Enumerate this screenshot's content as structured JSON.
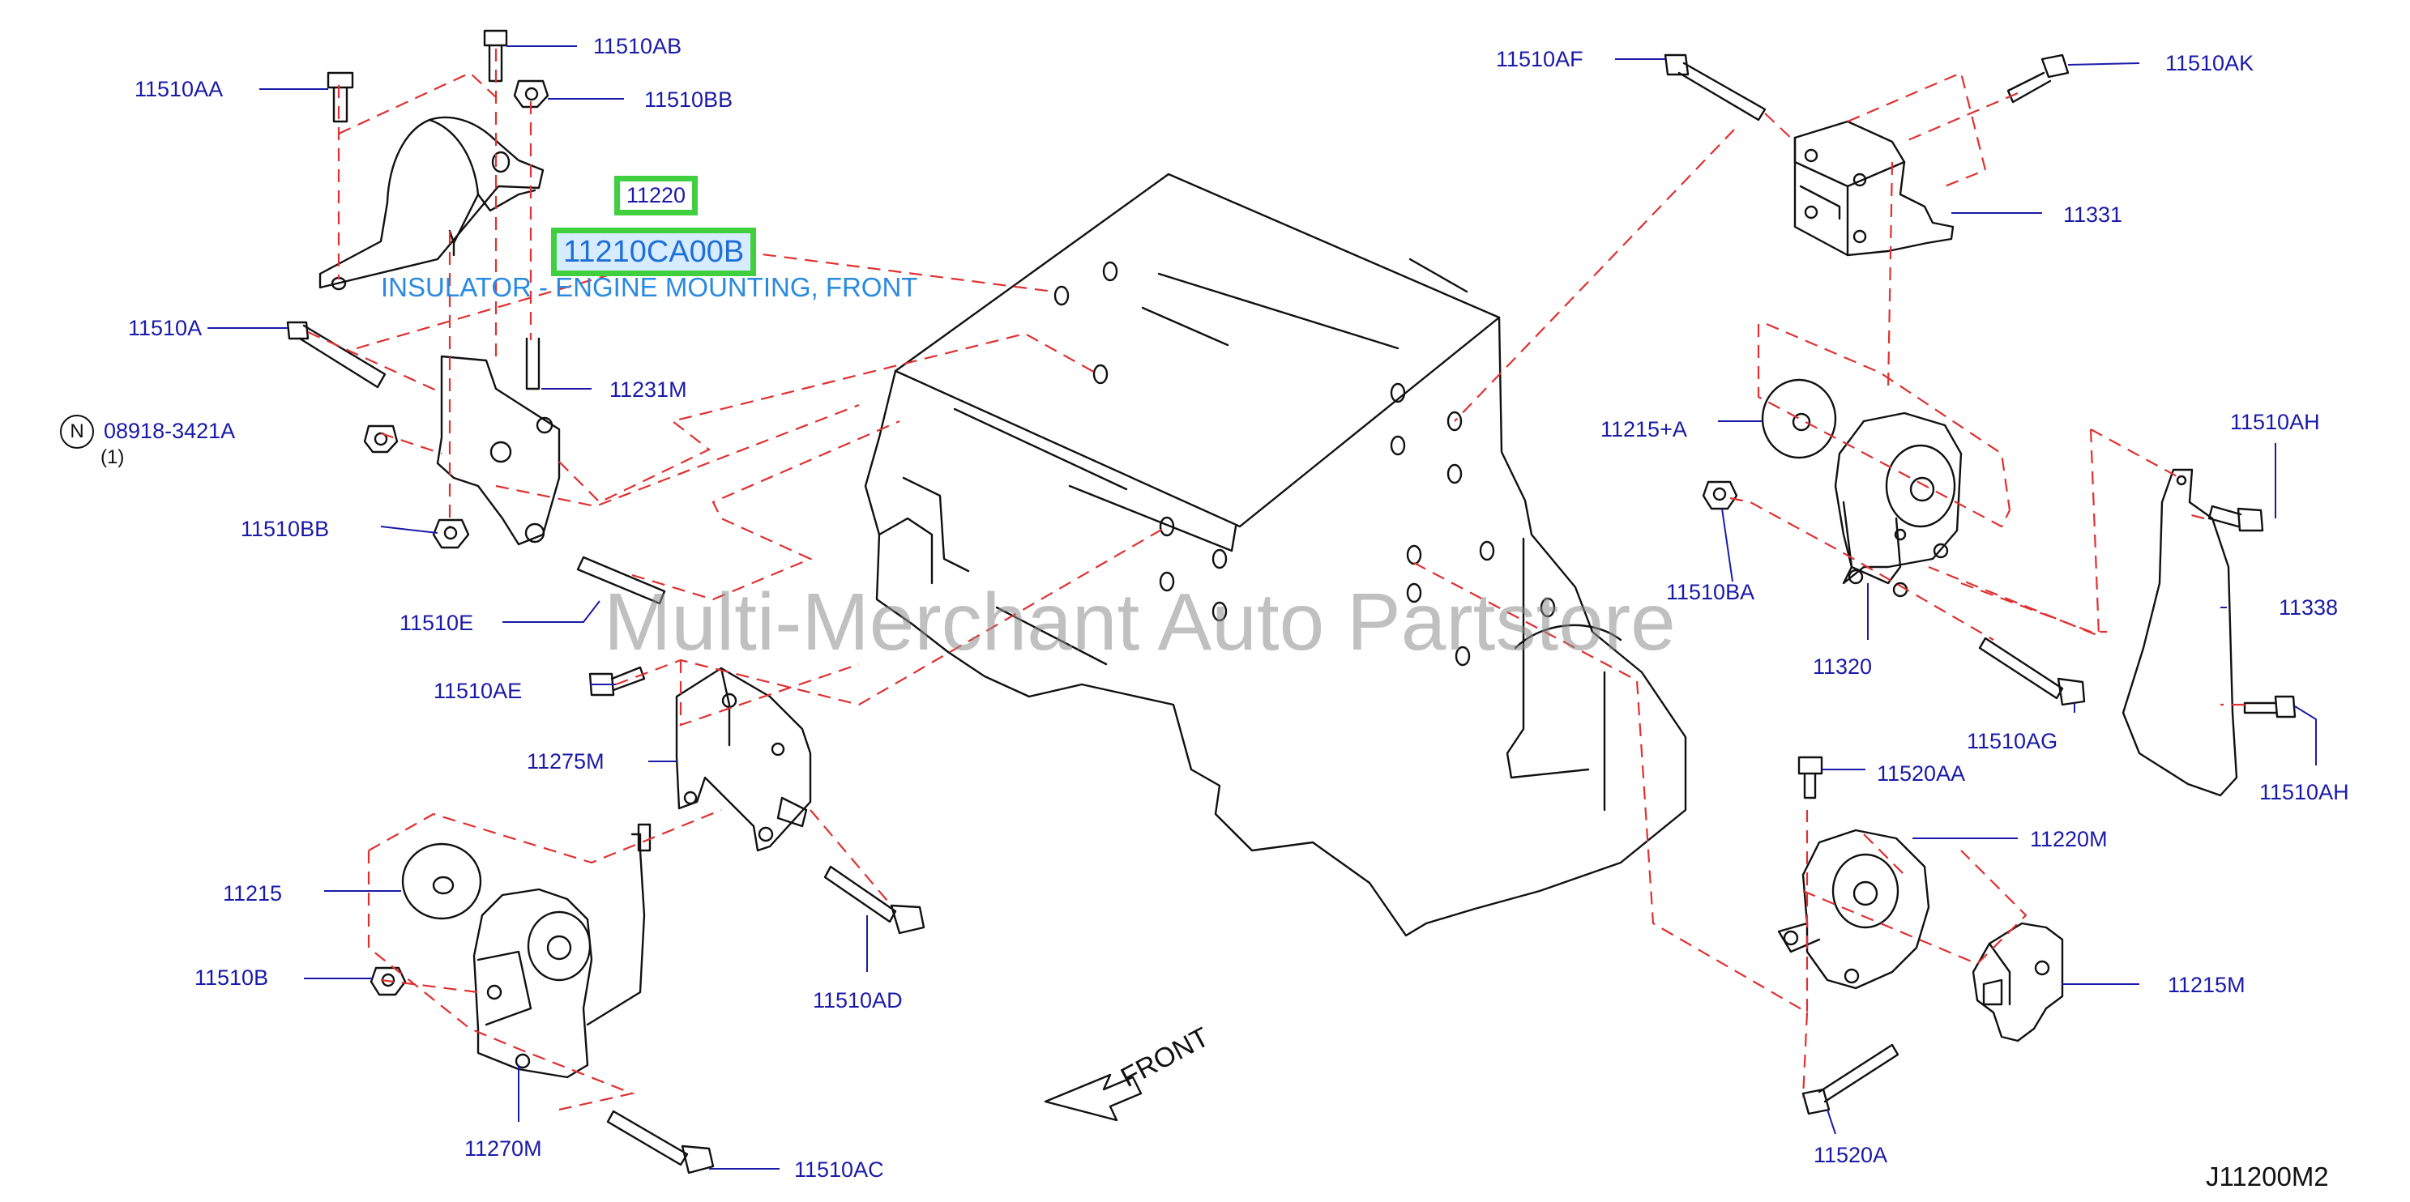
{
  "labels": [
    {
      "id": "11510AB",
      "text": "11510AB"
    },
    {
      "id": "11510AA",
      "text": "11510AA"
    },
    {
      "id": "11510BB_top",
      "text": "11510BB"
    },
    {
      "id": "11510A",
      "text": "11510A"
    },
    {
      "id": "11231M",
      "text": "11231M"
    },
    {
      "id": "11510BB_mid",
      "text": "11510BB"
    },
    {
      "id": "11510E",
      "text": "11510E"
    },
    {
      "id": "11510AE",
      "text": "11510AE"
    },
    {
      "id": "11275M",
      "text": "11275M"
    },
    {
      "id": "11215",
      "text": "11215"
    },
    {
      "id": "11510B",
      "text": "11510B"
    },
    {
      "id": "11510AD",
      "text": "11510AD"
    },
    {
      "id": "11270M",
      "text": "11270M"
    },
    {
      "id": "11510AC",
      "text": "11510AC"
    },
    {
      "id": "11510AF",
      "text": "11510AF"
    },
    {
      "id": "11510AK",
      "text": "11510AK"
    },
    {
      "id": "11331",
      "text": "11331"
    },
    {
      "id": "11215A",
      "text": "11215+A"
    },
    {
      "id": "11510AH_top",
      "text": "11510AH"
    },
    {
      "id": "11510BA",
      "text": "11510BA"
    },
    {
      "id": "11338",
      "text": "11338"
    },
    {
      "id": "11320",
      "text": "11320"
    },
    {
      "id": "11510AG",
      "text": "11510AG"
    },
    {
      "id": "11510AH_bot",
      "text": "11510AH"
    },
    {
      "id": "11520AA",
      "text": "11520AA"
    },
    {
      "id": "11220M",
      "text": "11220M"
    },
    {
      "id": "11215M",
      "text": "11215M"
    },
    {
      "id": "11520A",
      "text": "11520A"
    }
  ],
  "highlight_small": "11220",
  "highlight_big": "11210CA00B",
  "description": "INSULATOR - ENGINE MOUNTING, FRONT",
  "note_part": "08918-3421A",
  "note_badge": "N",
  "note_qty": "(1)",
  "watermark": "Multi-Merchant Auto Partstore",
  "front_label": "FRONT",
  "diagram_code": "J11200M2",
  "colors": {
    "label": "#1a1aa8",
    "highlight_border": "#3fcf3f",
    "description": "#2a8ae0",
    "dash": "#e03030",
    "outline": "#111111"
  }
}
